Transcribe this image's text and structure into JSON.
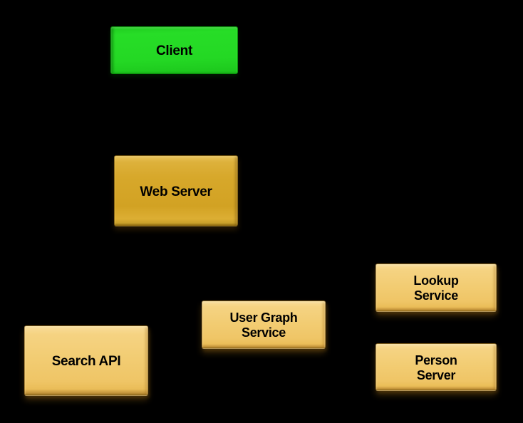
{
  "diagram": {
    "kind": "architecture-diagram",
    "background_color": "#000000",
    "text_color": "#000000",
    "colors": {
      "client_fill": "#24d824",
      "web_server_fill": "#d7a82b",
      "service_fill": "#f2cc72"
    },
    "nodes": [
      {
        "id": "client",
        "label": "Client",
        "fill": "#24d824"
      },
      {
        "id": "web-server",
        "label": "Web Server",
        "fill": "#d7a82b"
      },
      {
        "id": "search-api",
        "label": "Search API",
        "fill": "#f2cc72"
      },
      {
        "id": "user-graph-service",
        "label": "User Graph\nService",
        "fill": "#f2cc72"
      },
      {
        "id": "lookup-service",
        "label": "Lookup\nService",
        "fill": "#f2cc72"
      },
      {
        "id": "person-server",
        "label": "Person\nServer",
        "fill": "#f2cc72"
      }
    ]
  }
}
